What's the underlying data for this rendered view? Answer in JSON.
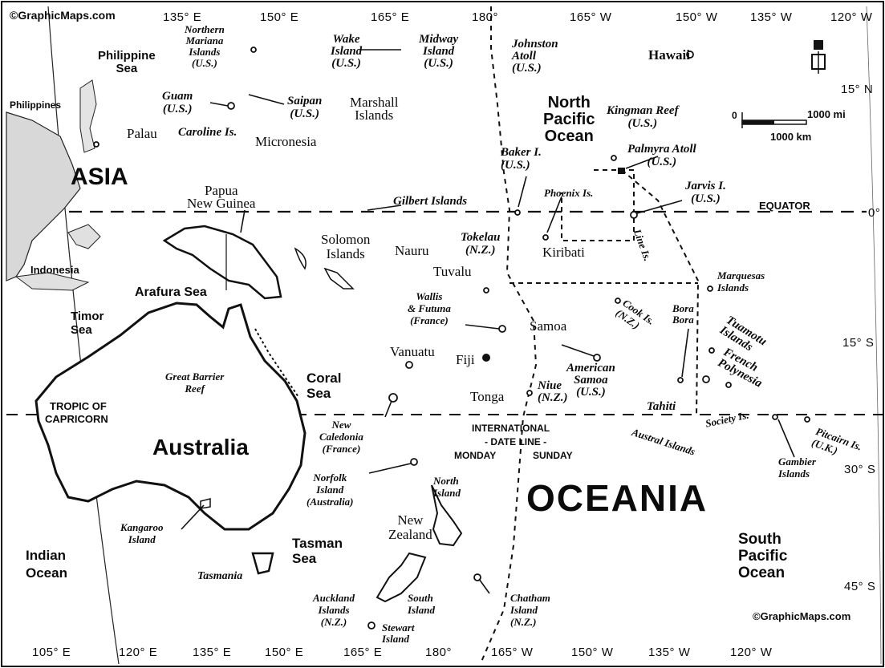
{
  "map": {
    "credits": {
      "top": "©GraphicMaps.com",
      "bottom": "©GraphicMaps.com"
    },
    "top_coords": [
      "135° E",
      "150° E",
      "165° E",
      "180°",
      "165° W",
      "150° W",
      "135° W",
      "120° W"
    ],
    "bottom_coords": [
      "105° E",
      "120° E",
      "135° E",
      "150° E",
      "165° E",
      "180°",
      "165° W",
      "150° W",
      "135° W",
      "120° W"
    ],
    "lat_labels": [
      "15° N",
      "0°",
      "15° S",
      "30° S",
      "45° S"
    ],
    "lines": {
      "equator": "EQUATOR",
      "tropic_line1": "TROPIC OF",
      "tropic_line2": "CAPRICORN",
      "dateline_title": "INTERNATIONAL",
      "dateline_sub": "- DATE LINE -",
      "monday": "MONDAY",
      "sunday": "SUNDAY"
    },
    "scale": {
      "mi": "1000 mi",
      "km": "1000 km",
      "zero": "0"
    },
    "regions": {
      "asia": "ASIA",
      "australia": "Australia",
      "oceania": "OCEANIA",
      "north_pacific": [
        "North",
        "Pacific",
        "Ocean"
      ],
      "south_pacific": [
        "South",
        "Pacific",
        "Ocean"
      ],
      "indian_ocean": [
        "Indian",
        "Ocean"
      ]
    },
    "seas": {
      "philippine": [
        "Philippine",
        "Sea"
      ],
      "arafura": "Arafura Sea",
      "timor": [
        "Timor",
        "Sea"
      ],
      "coral": [
        "Coral",
        "Sea"
      ],
      "tasman": [
        "Tasman",
        "Sea"
      ]
    },
    "countries": {
      "philippines": "Philippines",
      "palau": "Palau",
      "micronesia": "Micronesia",
      "marshall": [
        "Marshall",
        "Islands"
      ],
      "png": [
        "Papua",
        "New Guinea"
      ],
      "solomon": [
        "Solomon",
        "Islands"
      ],
      "nauru": "Nauru",
      "kiribati": "Kiribati",
      "tuvalu": "Tuvalu",
      "samoa": "Samoa",
      "vanuatu": "Vanuatu",
      "fiji": "Fiji",
      "tonga": "Tonga",
      "indonesia": "Indonesia",
      "hawaii": "Hawaii",
      "new_zealand": [
        "New",
        "Zealand"
      ]
    },
    "territories": {
      "northern_mariana": [
        "Northern",
        "Mariana",
        "Islands",
        "(U.S.)"
      ],
      "guam": [
        "Guam",
        "(U.S.)"
      ],
      "saipan": [
        "Saipan",
        "(U.S.)"
      ],
      "caroline": "Caroline Is.",
      "wake": [
        "Wake",
        "Island",
        "(U.S.)"
      ],
      "midway": [
        "Midway",
        "Island",
        "(U.S.)"
      ],
      "johnston": [
        "Johnston",
        "Atoll",
        "(U.S.)"
      ],
      "kingman": [
        "Kingman Reef",
        "(U.S.)"
      ],
      "palmyra": [
        "Palmyra Atoll",
        "(U.S.)"
      ],
      "baker": [
        "Baker I.",
        "(U.S.)"
      ],
      "jarvis": [
        "Jarvis I.",
        "(U.S.)"
      ],
      "gilbert": "Gilbert Islands",
      "phoenix": "Phoenix Is.",
      "line": "Line Is.",
      "tokelau": [
        "Tokelau",
        "(N.Z.)"
      ],
      "wallis": [
        "Wallis",
        "& Futuna",
        "(France)"
      ],
      "american_samoa": [
        "American",
        "Samoa",
        "(U.S.)"
      ],
      "niue": [
        "Niue",
        "(N.Z.)"
      ],
      "cook": [
        "Cook Is.",
        "(N.Z.)"
      ],
      "marquesas": [
        "Marquesas",
        "Islands"
      ],
      "bora_bora": [
        "Bora",
        "Bora"
      ],
      "tuamotu": [
        "Tuamotu",
        "Islands"
      ],
      "french_polynesia": [
        "French",
        "Polynesia"
      ],
      "tahiti": "Tahiti",
      "society": [
        "Society Is."
      ],
      "austral": [
        "Austral",
        "Islands"
      ],
      "gambier": [
        "Gambier",
        "Islands"
      ],
      "pitcairn": [
        "Pitcairn Is.",
        "(U.K.)"
      ],
      "new_caledonia": [
        "New",
        "Caledonia",
        "(France)"
      ],
      "norfolk": [
        "Norfolk",
        "Island",
        "(Australia)"
      ],
      "north_island": [
        "North",
        "Island"
      ],
      "south_island": [
        "South",
        "Island"
      ],
      "stewart": [
        "Stewart",
        "Island"
      ],
      "auckland": [
        "Auckland",
        "Islands",
        "(N.Z.)"
      ],
      "chatham": [
        "Chatham",
        "Island",
        "(N.Z.)"
      ],
      "great_barrier": [
        "Great Barrier",
        "Reef"
      ],
      "kangaroo": [
        "Kangaroo",
        "Island"
      ],
      "tasmania": "Tasmania"
    }
  }
}
